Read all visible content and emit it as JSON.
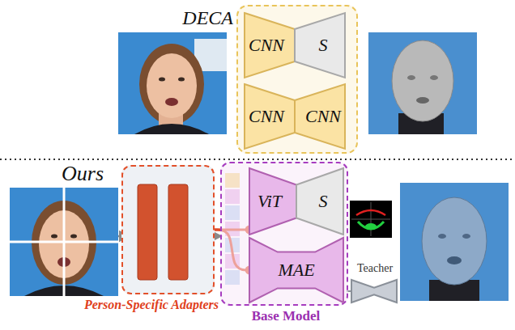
{
  "diagram": {
    "nodes": [
      {
        "text": [
          "DECA"
        ]
      },
      {
        "text": [
          "CNN"
        ],
        "in": 0
      },
      {
        "text": [
          "S"
        ],
        "in": 0
      },
      {
        "text": [
          "CNN"
        ],
        "in": 0
      },
      {
        "text": [
          "CNN"
        ],
        "in": 0
      },
      {
        "text": [
          "Person-Specific Adapters"
        ]
      },
      {
        "text": [
          "Base Model"
        ]
      },
      {
        "text": [
          "ViT"
        ],
        "in": 6
      },
      {
        "text": [
          "S"
        ],
        "in": 6
      },
      {
        "text": [
          "MAE"
        ],
        "in": 6
      },
      {
        "text": [
          "Teacher"
        ]
      }
    ],
    "edges": [
      {
        "from": 5,
        "to": 7,
        "arrow": "to"
      },
      {
        "from": 5,
        "to": 9,
        "arrow": "to"
      },
      {
        "from": 10,
        "to": 9,
        "arrow": "none"
      }
    ],
    "labels": [
      "Ours"
    ]
  }
}
